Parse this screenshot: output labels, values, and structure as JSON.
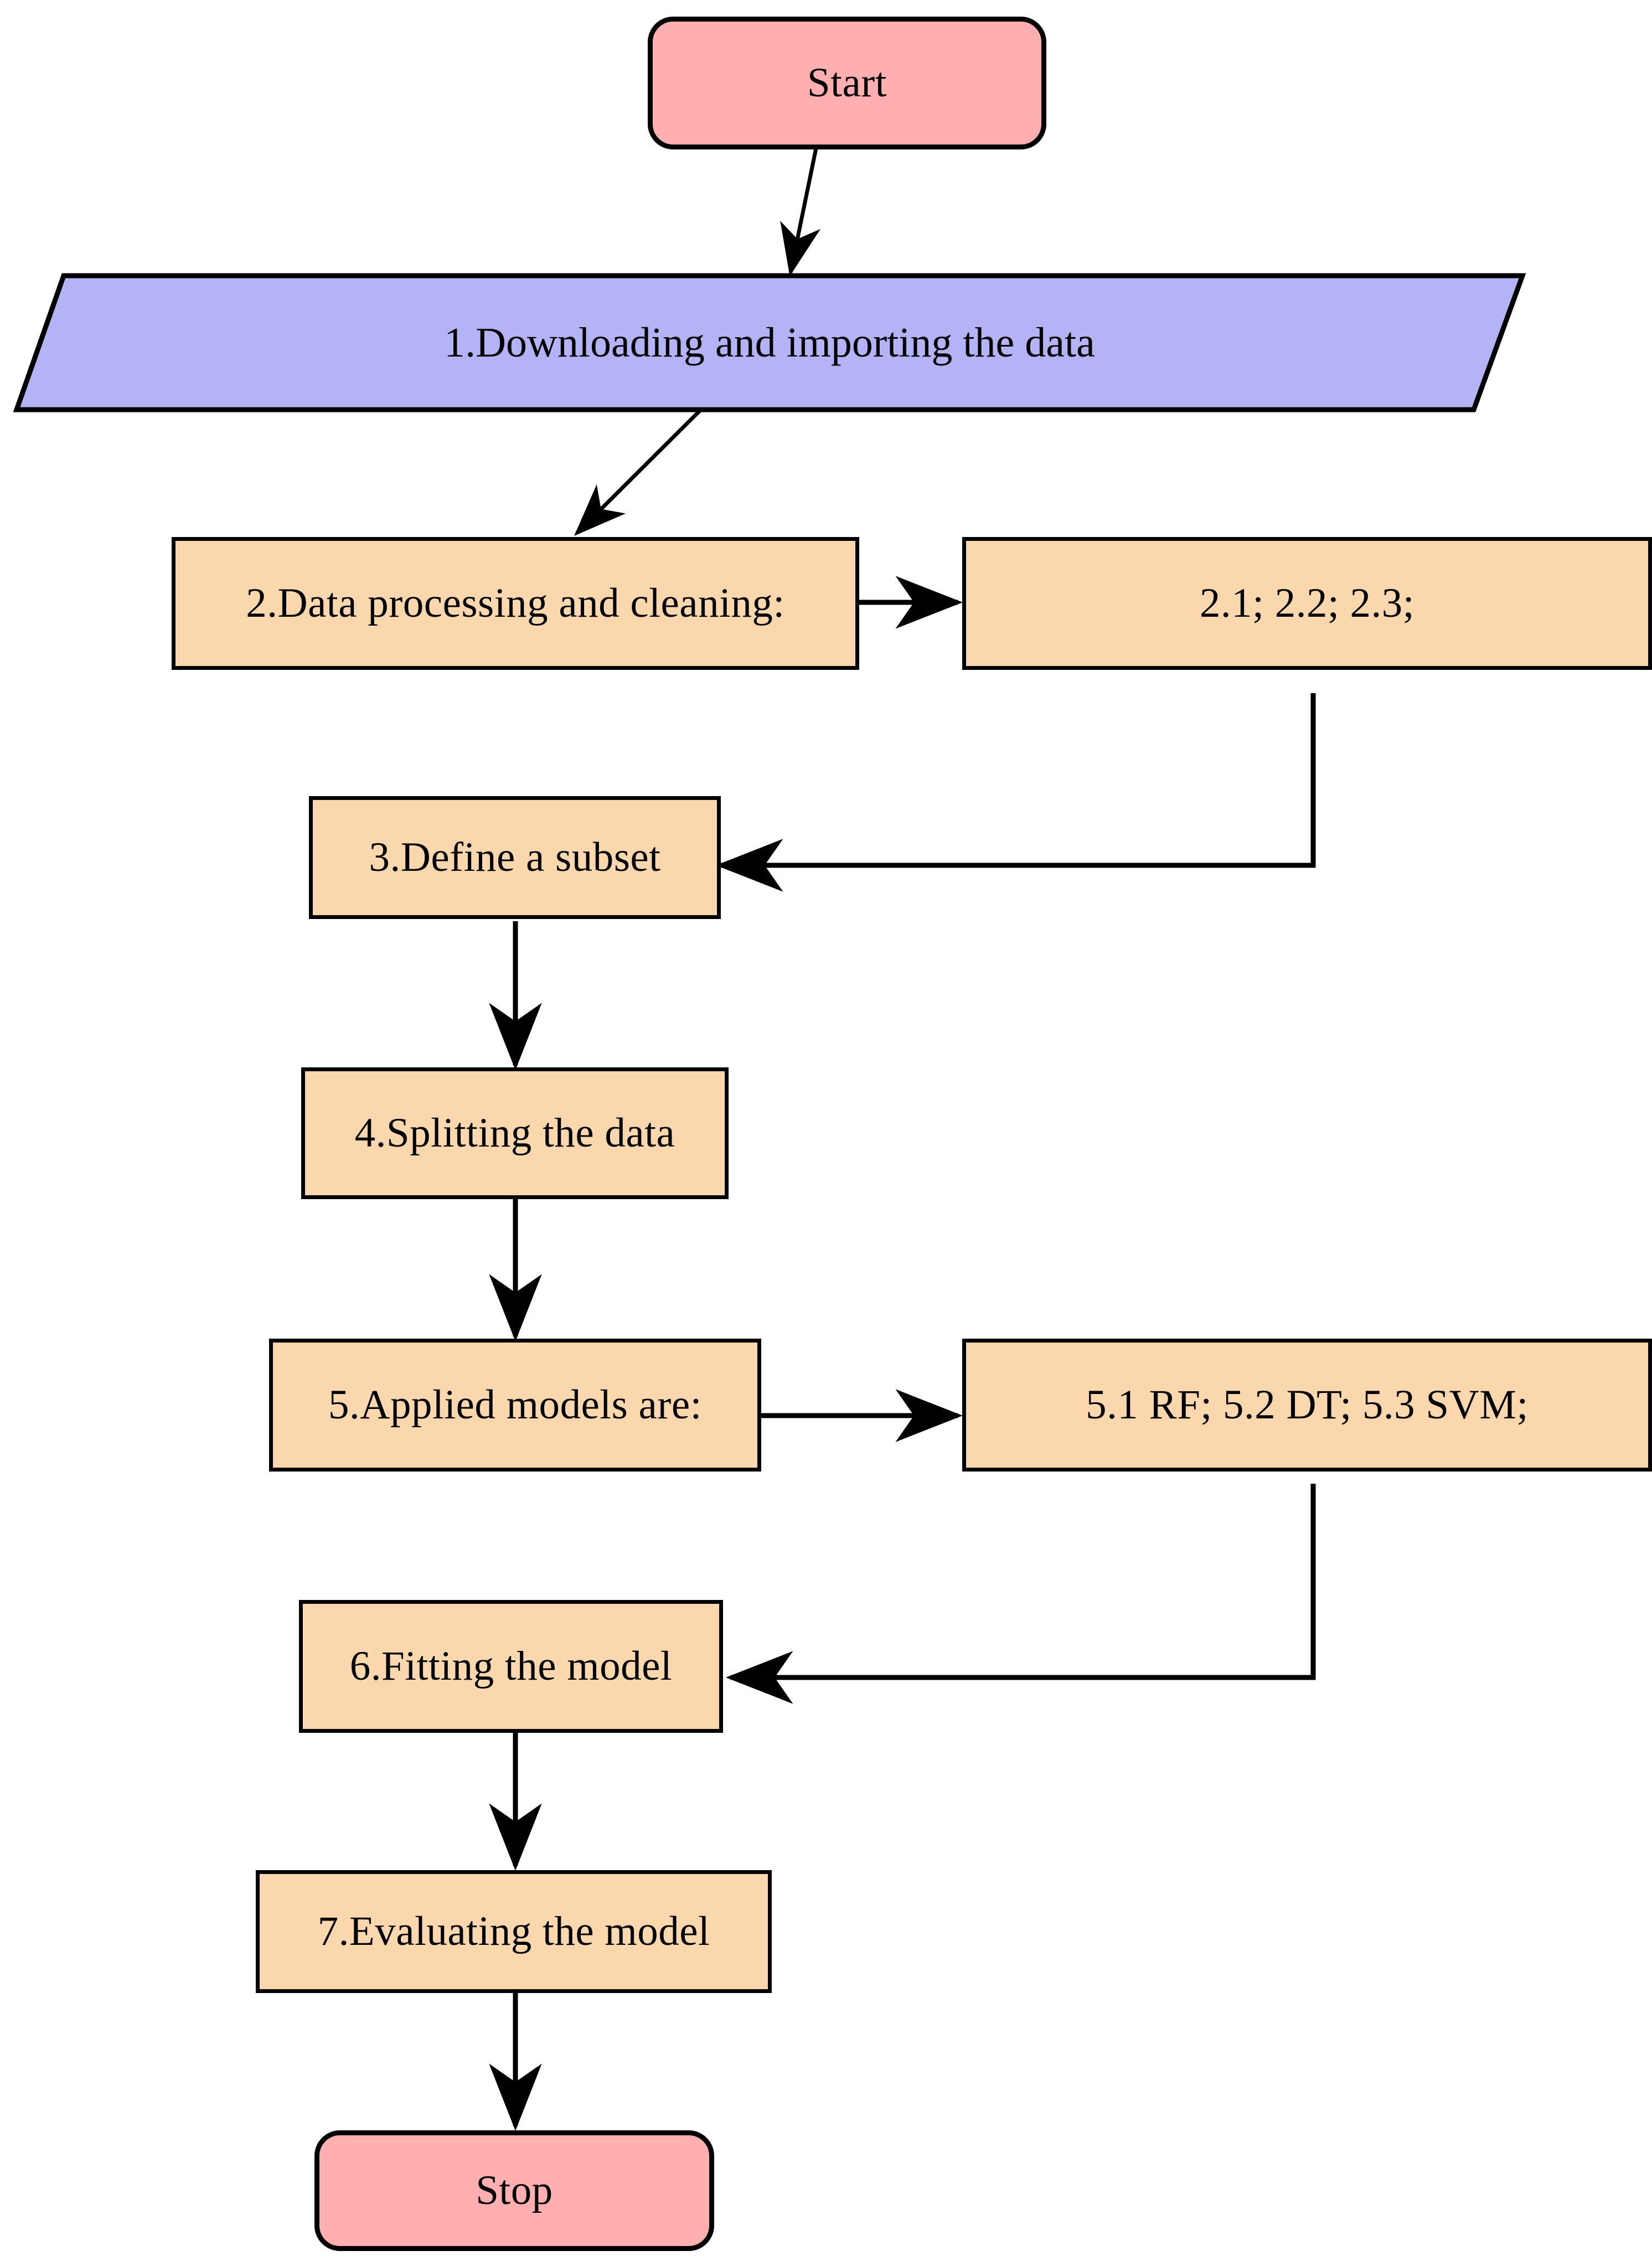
{
  "diagram": {
    "title": "Machine learning workflow flowchart",
    "background_color": "#FFFFFF",
    "palette": {
      "terminal_fill": "#FFAFAF",
      "io_fill": "#B3B3F5",
      "process_fill": "#FBD7AE",
      "stroke": "#000000",
      "text": "#000000"
    },
    "nodes": [
      {
        "id": "start",
        "label": "Start",
        "shape": "rounded-rect",
        "fill": "#FFAFAF"
      },
      {
        "id": "step1",
        "label": "1.Downloading and importing the data",
        "shape": "parallelogram",
        "fill": "#B3B3F5"
      },
      {
        "id": "step2",
        "label": "2.Data processing and cleaning:",
        "shape": "rect",
        "fill": "#FBD7AE"
      },
      {
        "id": "step2sub",
        "label": "2.1; 2.2; 2.3;",
        "shape": "rect",
        "fill": "#FBD7AE"
      },
      {
        "id": "step3",
        "label": "3.Define a subset",
        "shape": "rect",
        "fill": "#FBD7AE"
      },
      {
        "id": "step4",
        "label": "4.Splitting the data",
        "shape": "rect",
        "fill": "#FBD7AE"
      },
      {
        "id": "step5",
        "label": "5.Applied models are:",
        "shape": "rect",
        "fill": "#FBD7AE"
      },
      {
        "id": "step5sub",
        "label": "5.1 RF; 5.2 DT; 5.3 SVM;",
        "shape": "rect",
        "fill": "#FBD7AE"
      },
      {
        "id": "step6",
        "label": "6.Fitting the model",
        "shape": "rect",
        "fill": "#FBD7AE"
      },
      {
        "id": "step7",
        "label": "7.Evaluating the model",
        "shape": "rect",
        "fill": "#FBD7AE"
      },
      {
        "id": "stop",
        "label": "Stop",
        "shape": "rounded-rect",
        "fill": "#FFAFAF"
      }
    ],
    "edges": [
      {
        "from": "start",
        "to": "step1",
        "style": "diagonal-arrow"
      },
      {
        "from": "step1",
        "to": "step2",
        "style": "diagonal-arrow"
      },
      {
        "from": "step2",
        "to": "step2sub",
        "style": "straight-arrow-right"
      },
      {
        "from": "step2sub",
        "to": "step3",
        "style": "elbow-arrow-left"
      },
      {
        "from": "step3",
        "to": "step4",
        "style": "straight-arrow-down"
      },
      {
        "from": "step4",
        "to": "step5",
        "style": "straight-arrow-down"
      },
      {
        "from": "step5",
        "to": "step5sub",
        "style": "straight-arrow-right"
      },
      {
        "from": "step5sub",
        "to": "step6",
        "style": "elbow-arrow-left"
      },
      {
        "from": "step6",
        "to": "step7",
        "style": "straight-arrow-down"
      },
      {
        "from": "step7",
        "to": "stop",
        "style": "straight-arrow-down"
      }
    ]
  }
}
